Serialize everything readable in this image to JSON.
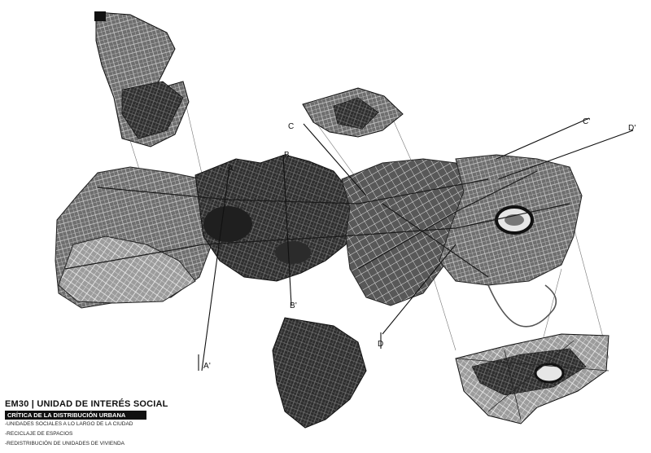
{
  "map": {
    "section_labels": {
      "a_top": "A",
      "a_bottom": "A'",
      "b_top": "B",
      "b_bottom": "B'",
      "c_top": "C",
      "c_end": "C'",
      "d_end": "D'",
      "d_bottom": "D"
    }
  },
  "legend": {
    "title": "EM30  |  UNIDAD DE INTERÉS SOCIAL",
    "subtitle": "CRÍTICA DE LA DISTRIBUCIÓN URBANA",
    "items": [
      "-UNIDADES SOCIALES A LO LARGO DE LA CIUDAD",
      "-RECICLAJE DE ESPACIOS",
      "-REDISTRIBUCIÓN DE UNIDADES DE VIVIENDA"
    ]
  },
  "colors": {
    "dark_fabric": "#2a2a2a",
    "mid_fabric": "#6b6b6b",
    "light_fabric": "#a8a8a8",
    "lines": "#555555"
  }
}
